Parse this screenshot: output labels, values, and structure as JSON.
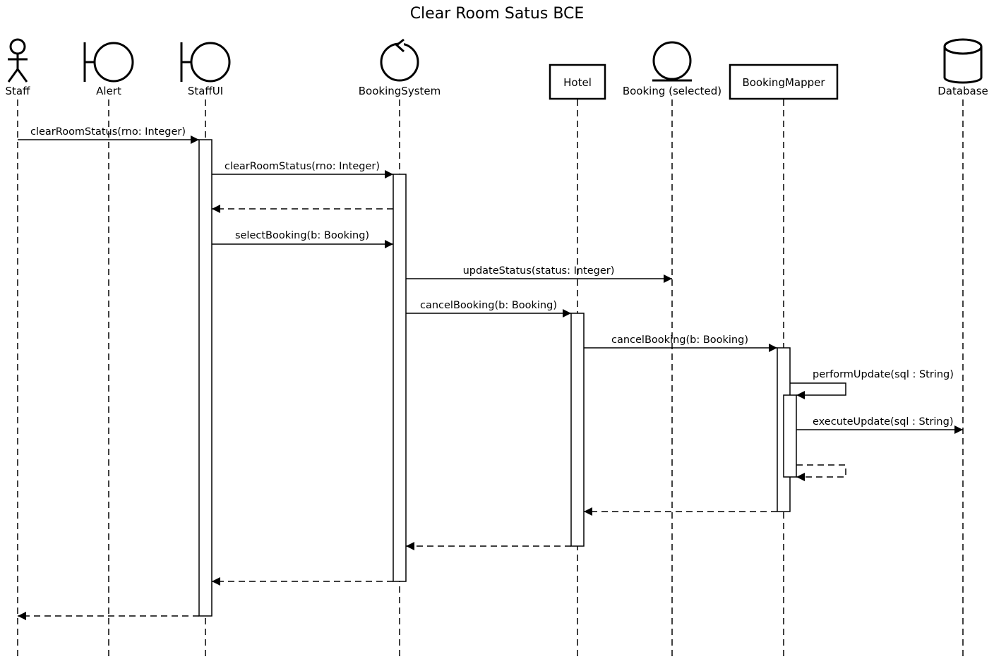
{
  "title": "Clear Room Satus BCE",
  "participants": {
    "staff": "Staff",
    "alert": "Alert",
    "staffui": "StaffUI",
    "bookingsystem": "BookingSystem",
    "hotel": "Hotel",
    "booking": "Booking (selected)",
    "bookingmapper": "BookingMapper",
    "database": "Database"
  },
  "messages": {
    "m1": "clearRoomStatus(rno: Integer)",
    "m2": "clearRoomStatus(rno: Integer)",
    "m3": "selectBooking(b: Booking)",
    "m4": "updateStatus(status: Integer)",
    "m5": "cancelBooking(b: Booking)",
    "m6": "cancelBooking(b: Booking)",
    "m7": "performUpdate(sql : String)",
    "m8": "executeUpdate(sql : String)"
  }
}
